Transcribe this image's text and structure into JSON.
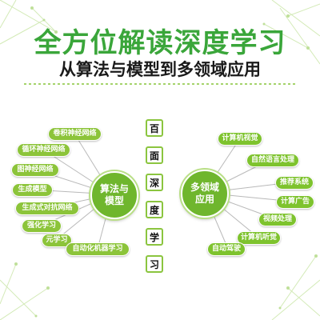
{
  "header": {
    "title": "全方位解读深度学习",
    "subtitle": "从算法与模型到多领域应用"
  },
  "colors": {
    "title": "#3aa63a",
    "node_green": "#7ec32e",
    "hub_green": "#6fb62d",
    "border_green": "#8bc53f"
  },
  "left_hub": {
    "label": "算法与模型"
  },
  "right_hub": {
    "label": "多领域应用"
  },
  "left_nodes": [
    {
      "label": "卷积神经网络"
    },
    {
      "label": "循环神经网络"
    },
    {
      "label": "图神经网络"
    },
    {
      "label": "生成模型"
    },
    {
      "label": "生成式对抗网络"
    },
    {
      "label": "强化学习"
    },
    {
      "label": "元学习"
    },
    {
      "label": "自动化机器学习"
    }
  ],
  "right_nodes": [
    {
      "label": "计算机视觉"
    },
    {
      "label": "自然语言处理"
    },
    {
      "label": "推荐系统"
    },
    {
      "label": "计算广告"
    },
    {
      "label": "视频处理"
    },
    {
      "label": "计算机听觉"
    },
    {
      "label": "自动驾驶"
    }
  ],
  "vertical_text": [
    "百",
    "面",
    "深",
    "度",
    "学",
    "习"
  ]
}
